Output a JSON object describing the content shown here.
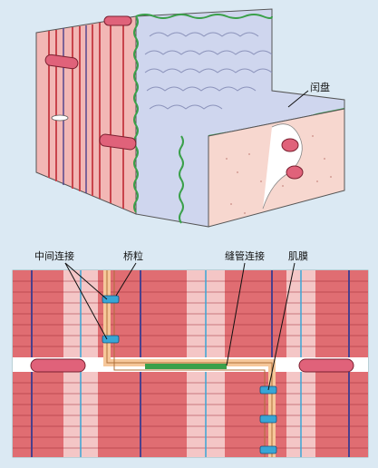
{
  "labels": {
    "intercalated_disc": "闰盘",
    "intermediate_junction": "中间连接",
    "desmosome": "桥粒",
    "gap_junction": "缝管连接",
    "sarcolemma": "肌膜"
  },
  "colors": {
    "background": "#dbe9f3",
    "muscle": "#e06d72",
    "muscle_light": "#f4c6c6",
    "disc_line": "#3aa04a",
    "junction_blue": "#39a6d6",
    "membrane": "#f6c79a",
    "mitochondria": "#e0627a",
    "cytoplasm": "#f7d7cf"
  }
}
